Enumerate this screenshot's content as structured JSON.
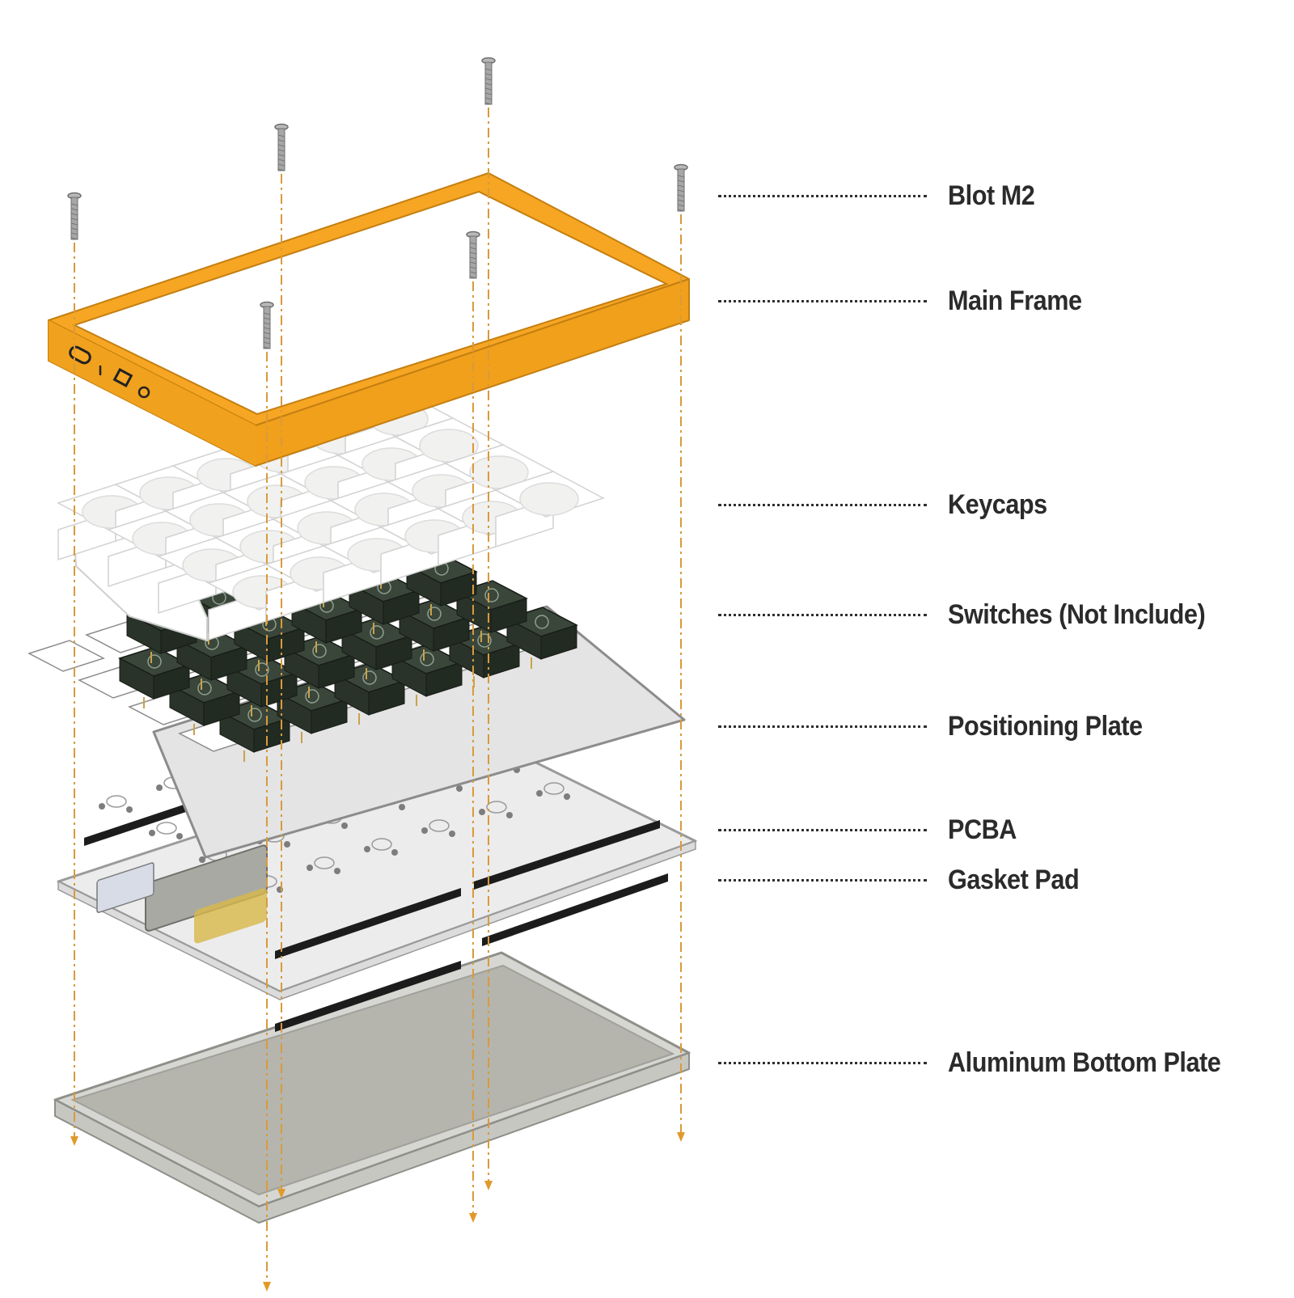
{
  "labels": {
    "bolt": "Blot M2",
    "main_frame": "Main Frame",
    "keycaps": "Keycaps",
    "switches": "Switches (Not Include)",
    "positioning_plate": "Positioning Plate",
    "pcba": "PCBA",
    "gasket_pad": "Gasket Pad",
    "bottom_plate": "Aluminum Bottom Plate"
  },
  "colors": {
    "frame": "#f6a623",
    "guide_line": "#d99a3c",
    "keycap": "#f1f1f0",
    "switch": "#2a3329",
    "plate": "#e4e4e4",
    "pcb": "#ececec",
    "gasket": "#1c1c1c",
    "bottom": "#b5b5ad",
    "label_text": "#2b2b2b"
  },
  "icons": {
    "screw": "screw-icon",
    "arrow": "arrow-down-icon"
  }
}
